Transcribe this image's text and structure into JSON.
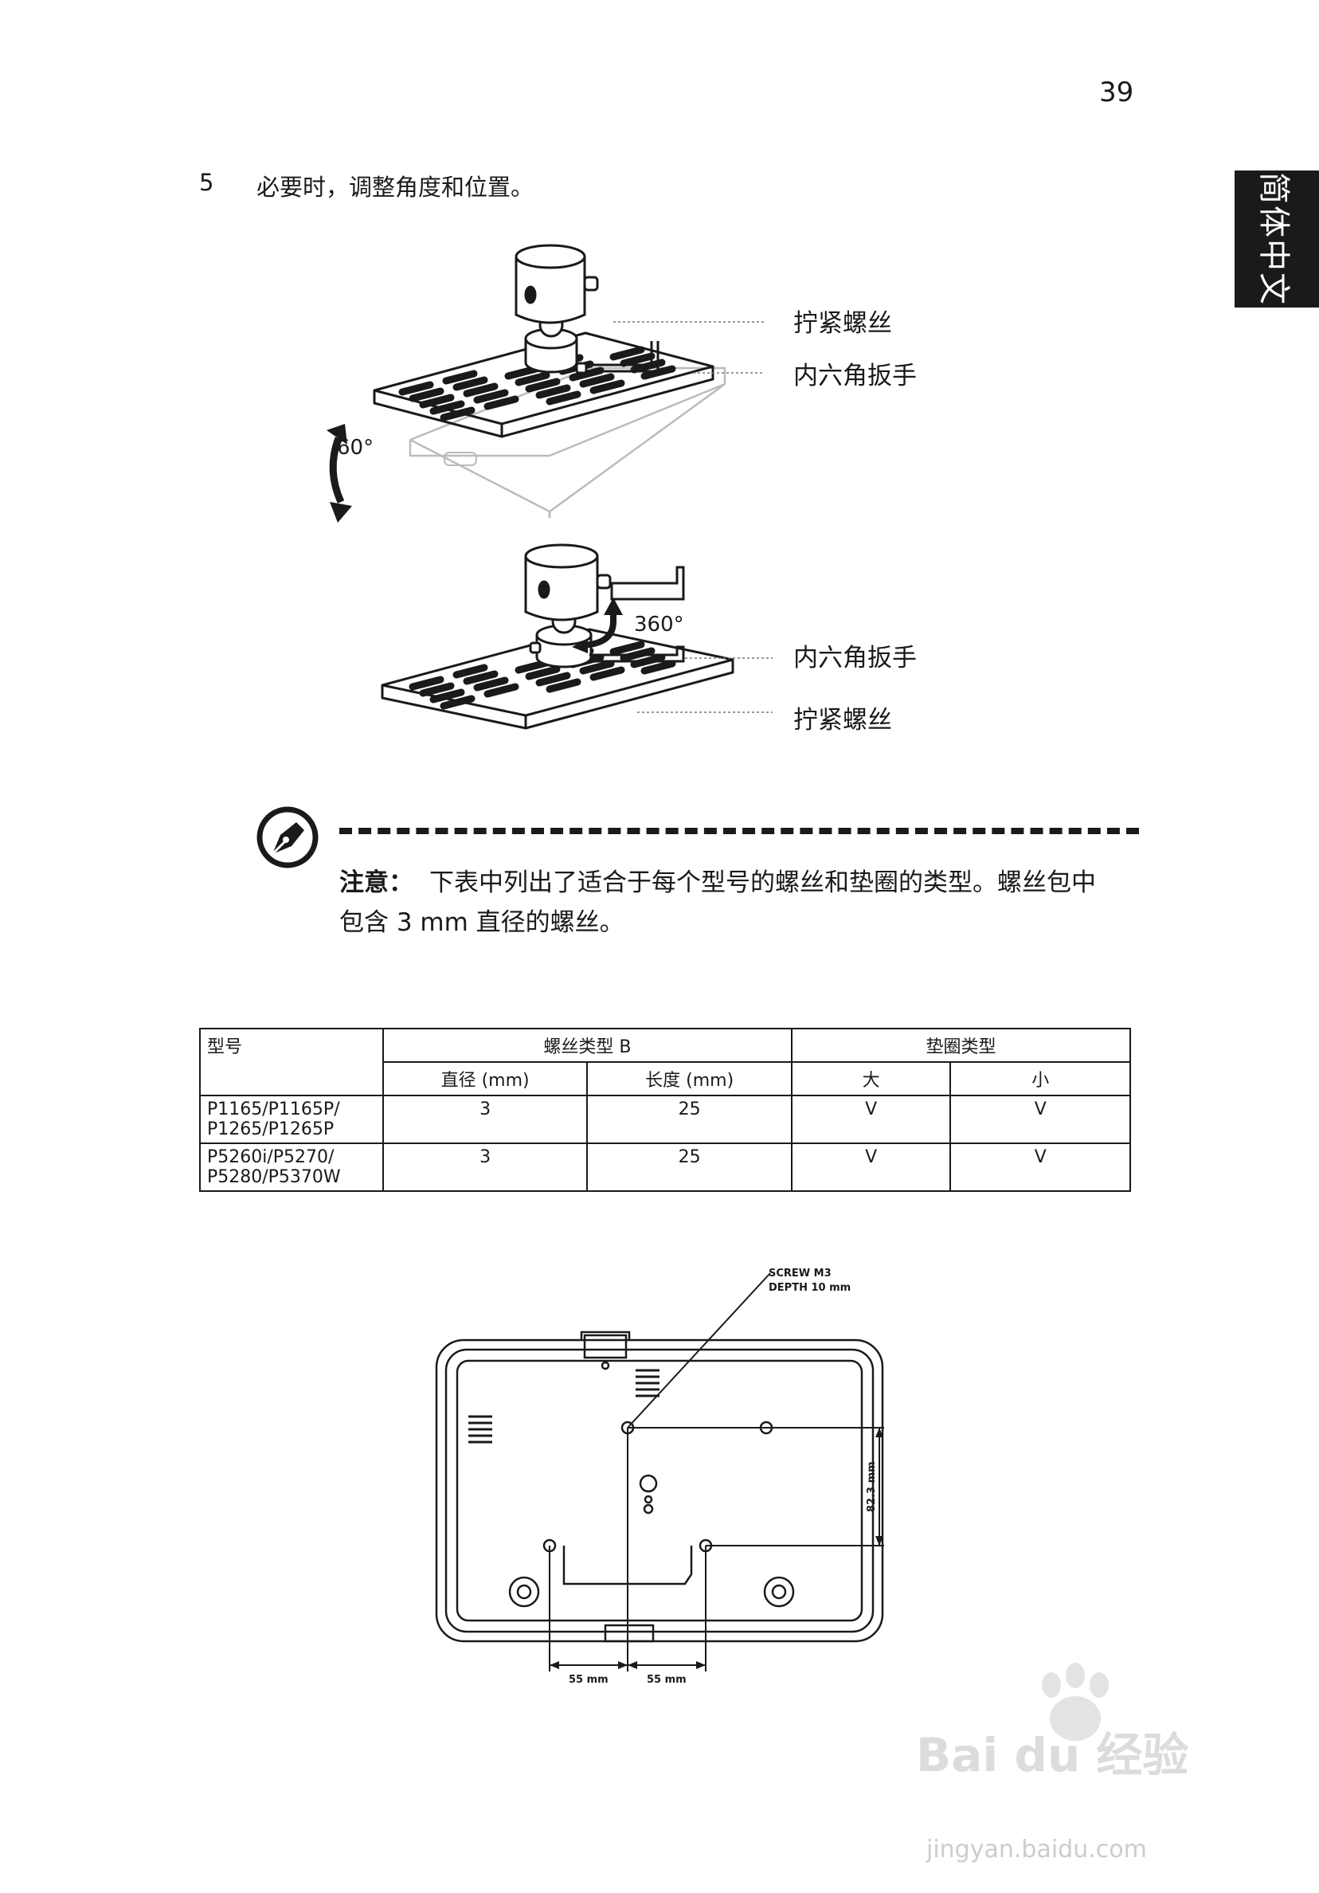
{
  "page": {
    "number": "39",
    "side_tab": "简体中文",
    "step": {
      "number": "5",
      "text": "必要时，调整角度和位置。"
    }
  },
  "figure_top": {
    "callouts": [
      "拧紧螺丝",
      "内六角扳手"
    ],
    "angle_label": "60°"
  },
  "figure_middle": {
    "callouts": [
      "内六角扳手",
      "拧紧螺丝"
    ],
    "angle_label": "360°"
  },
  "note": {
    "label": "注意：",
    "line1": "下表中列出了适合于每个型号的螺丝和垫圈的类型。螺丝包中",
    "line2": "包含 3 mm 直径的螺丝。"
  },
  "spec_table": {
    "model_header": "型号",
    "screw_header": "螺丝类型 B",
    "washer_header": "垫圈类型",
    "sub_headers": [
      "直径 (mm)",
      "长度 (mm)",
      "大",
      "小"
    ],
    "rows": [
      {
        "model": [
          "P1165/P1165P/",
          "P1265/P1265P"
        ],
        "diameter": "3",
        "length": "25",
        "large": "V",
        "small": "V"
      },
      {
        "model": [
          "P5260i/P5270/",
          "P5280/P5370W"
        ],
        "diameter": "3",
        "length": "25",
        "large": "V",
        "small": "V"
      }
    ]
  },
  "figure_bottom": {
    "screw_label": [
      "SCREW M3",
      "DEPTH 10 mm"
    ],
    "vertical_dim": "82.3 mm",
    "horizontal_dims": [
      "55 mm",
      "55 mm"
    ]
  },
  "watermark": {
    "brand": "Bai du 经验",
    "url": "jingyan.baidu.com"
  }
}
